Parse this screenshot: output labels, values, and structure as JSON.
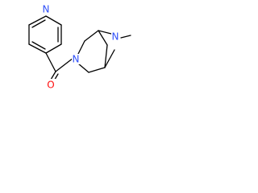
{
  "molecule": {
    "atoms": {
      "pyridine_n": {
        "symbol": "N",
        "color": "#3050f8"
      },
      "carbonyl_o": {
        "symbol": "O",
        "color": "#ff0d0d"
      },
      "ring_n": {
        "symbol": "N",
        "color": "#3050f8"
      },
      "bridge_n": {
        "symbol": "N",
        "color": "#3050f8"
      }
    }
  }
}
